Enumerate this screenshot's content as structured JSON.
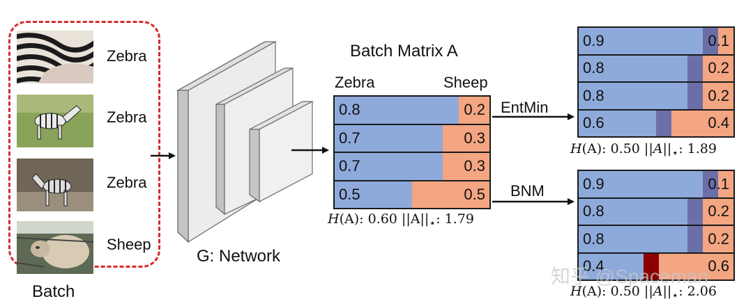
{
  "batch": {
    "label": "Batch",
    "items": [
      {
        "label": "Zebra"
      },
      {
        "label": "Zebra"
      },
      {
        "label": "Zebra"
      },
      {
        "label": "Sheep"
      }
    ]
  },
  "network": {
    "label": "G: Network"
  },
  "matrix": {
    "title": "Batch Matrix A",
    "col_zebra": "Zebra",
    "col_sheep": "Sheep",
    "rows": [
      {
        "zebra": "0.8",
        "sheep": "0.2",
        "zebra_value": 0.8
      },
      {
        "zebra": "0.7",
        "sheep": "0.3",
        "zebra_value": 0.7
      },
      {
        "zebra": "0.7",
        "sheep": "0.3",
        "zebra_value": 0.7
      },
      {
        "zebra": "0.5",
        "sheep": "0.5",
        "zebra_value": 0.5
      }
    ],
    "metric": {
      "H": "0.60",
      "norm": "1.79"
    }
  },
  "entmin": {
    "label": "EntMin",
    "rows": [
      {
        "zebra": "0.9",
        "sheep": "0.1",
        "zebra_value": 0.9
      },
      {
        "zebra": "0.8",
        "sheep": "0.2",
        "zebra_value": 0.8
      },
      {
        "zebra": "0.8",
        "sheep": "0.2",
        "zebra_value": 0.8
      },
      {
        "zebra": "0.6",
        "sheep": "0.4",
        "zebra_value": 0.6
      }
    ],
    "metric": {
      "H": "0.50",
      "norm": "1.89"
    }
  },
  "bnm": {
    "label": "BNM",
    "rows": [
      {
        "zebra": "0.9",
        "sheep": "0.1",
        "zebra_value": 0.9
      },
      {
        "zebra": "0.8",
        "sheep": "0.2",
        "zebra_value": 0.8
      },
      {
        "zebra": "0.8",
        "sheep": "0.2",
        "zebra_value": 0.8
      },
      {
        "zebra": "0.4",
        "sheep": "0.6",
        "zebra_value": 0.4
      }
    ],
    "metric": {
      "H": "0.50",
      "norm": "2.06"
    }
  },
  "colors": {
    "zebra_bar": "#8eaadb",
    "sheep_bar": "#f4a582",
    "marker": "#6b6fa8",
    "marker_highlight": "#8b0000",
    "batch_border": "#d62a2a"
  },
  "watermark": "知乎 @Spaceman"
}
